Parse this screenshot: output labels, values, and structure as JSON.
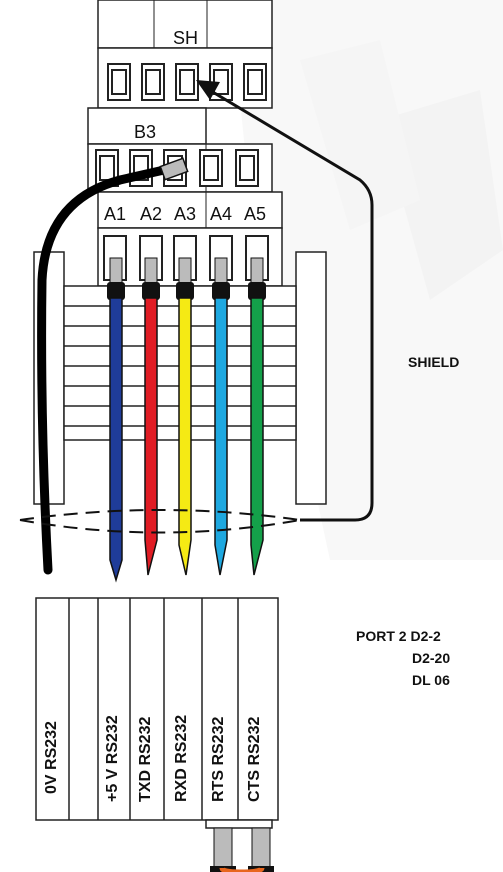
{
  "terminals": {
    "top_label": "SH",
    "mid_label": "B3",
    "bottom_labels": [
      "A1",
      "A2",
      "A3",
      "A4",
      "A5"
    ]
  },
  "shield_label": "SHIELD",
  "port_lines": [
    "PORT 2 D2-2",
    "D2-20",
    "DL 06"
  ],
  "connector_labels": [
    "0V  RS232",
    "+5 V  RS232",
    "TXD  RS232",
    "RXD  RS232",
    "RTS  RS232",
    "CTS  RS232"
  ],
  "wire_colors": {
    "ground": "#000000",
    "vcc": "#1f3c99",
    "txd": "#e01c24",
    "rxd": "#f5ea14",
    "rts": "#1ea8e0",
    "cts": "#14a04a",
    "jumper": "#e8661e"
  }
}
